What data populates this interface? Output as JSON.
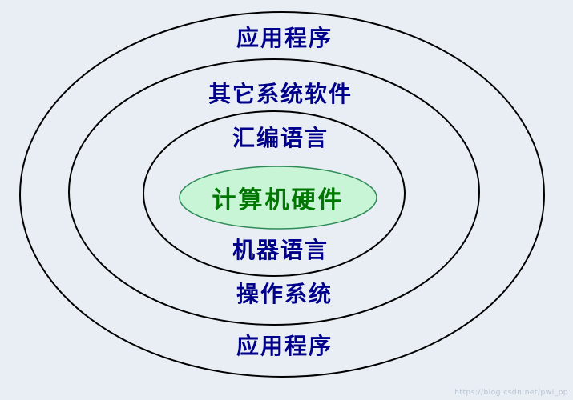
{
  "diagram": {
    "title": "computer-system-layers-diagram",
    "layers": {
      "outer_top": "应用程序",
      "ring2_top": "其它系统软件",
      "ring3_top": "汇编语言",
      "center": "计算机硬件",
      "ring3_bottom": "机器语言",
      "ring2_bottom": "操作系统",
      "outer_bottom": "应用程序"
    },
    "colors": {
      "background": "#e9eef5",
      "ring_stroke": "#000000",
      "label_text": "#00008b",
      "center_fill": "#c8f5d6",
      "center_stroke": "#2e8b57",
      "center_text": "#007700",
      "watermark_text": "#b9c3cf"
    },
    "watermark": "https://blog.csdn.net/pwl_pp"
  }
}
